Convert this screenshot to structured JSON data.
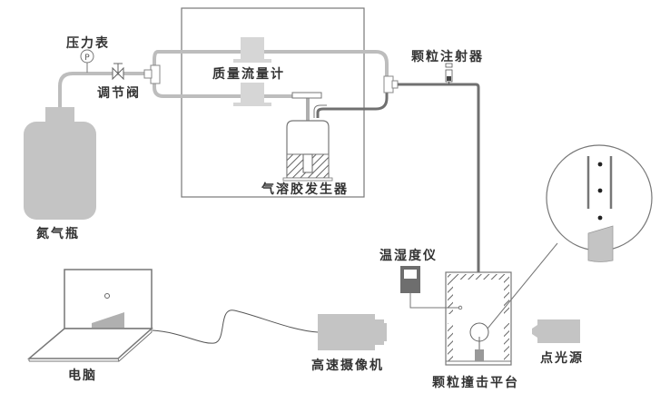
{
  "labels": {
    "pressure_gauge": "压力表",
    "gauge_symbol": "P",
    "valve": "调节阀",
    "nitrogen_cylinder": "氮气瓶",
    "mass_flow_meter": "质量流量计",
    "aerosol_generator": "气溶胶发生器",
    "particle_injector": "颗粒注射器",
    "thermo_hygrometer": "温湿度仪",
    "impact_platform": "颗粒撞击平台",
    "point_light": "点光源",
    "high_speed_camera": "高速摄像机",
    "computer": "电脑"
  },
  "colors": {
    "pipe": "#bdbdbd",
    "pipe_dark": "#707070",
    "fill_gray": "#c4c4c4",
    "device_dark": "#6e6e6e",
    "line": "#777777",
    "text": "#333333"
  }
}
